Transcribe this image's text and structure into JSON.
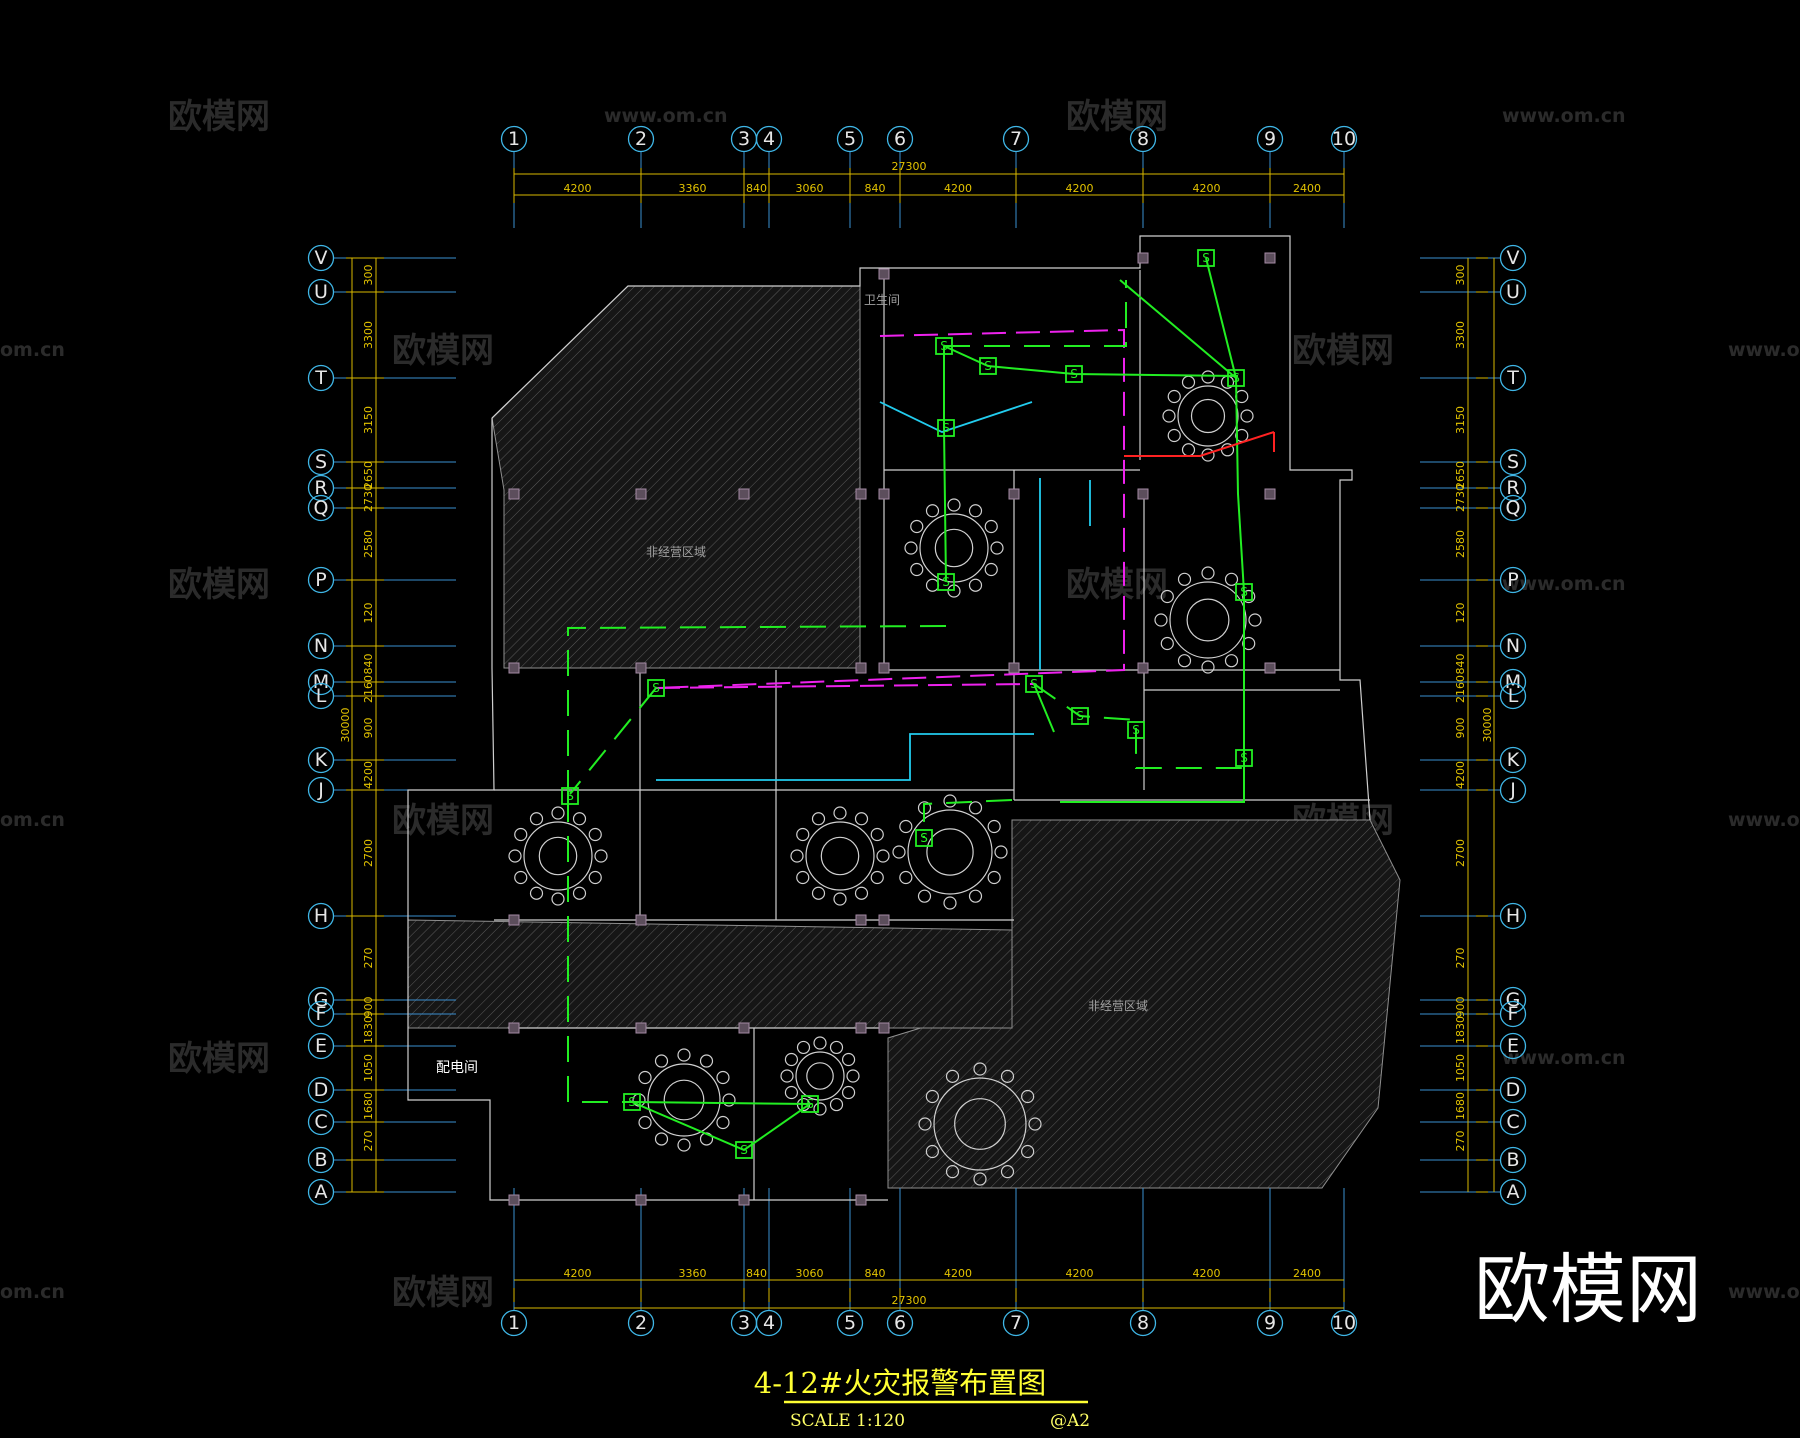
{
  "drawing": {
    "title": "4-12#火灾报警布置图",
    "scale": "SCALE 1:120",
    "sheet": "@A2"
  },
  "column_axes": [
    "1",
    "2",
    "3",
    "4",
    "5",
    "6",
    "7",
    "8",
    "9",
    "10"
  ],
  "row_axes": [
    "V",
    "U",
    "T",
    "S",
    "R",
    "Q",
    "P",
    "N",
    "M",
    "L",
    "K",
    "J",
    "H",
    "G",
    "F",
    "E",
    "D",
    "C",
    "B",
    "A"
  ],
  "top_dimensions": {
    "total": "27300",
    "segments": [
      "4200",
      "3360",
      "840",
      "3060",
      "840",
      "4200",
      "4200",
      "4200",
      "2400"
    ]
  },
  "bottom_dimensions": {
    "total": "27300",
    "segments": [
      "4200",
      "3360",
      "840",
      "3060",
      "840",
      "4200",
      "4200",
      "4200",
      "2400"
    ]
  },
  "side_dimensions": {
    "total": "30000",
    "segments": [
      "300",
      "3300",
      "3150",
      "2650",
      "2730",
      "2580",
      "120",
      "840",
      "2160",
      "900",
      "4200",
      "2700",
      "270",
      "900",
      "1830",
      "1050",
      "1680",
      "270"
    ]
  },
  "room_labels": {
    "power_room": "配电间",
    "non_area_1": "非经营区域",
    "non_area_2": "非经营区域",
    "restroom": "卫生间"
  },
  "watermarks": {
    "brand": "欧模网",
    "url": "www.om.cn",
    "url_partial": "om.cn"
  },
  "colors": {
    "background": "#000000",
    "fire_alarm_line": "#22ee22",
    "signal_line": "#ee22ee",
    "cable_line": "#22ccee",
    "power_line": "#ff2222",
    "axis_bubble": "#3fb6e6",
    "dimension": "#e3c300",
    "title": "#ffff33"
  },
  "icons": [
    "smoke-detector-icon",
    "alarm-bell-icon",
    "manual-call-point-icon",
    "column-marker-icon",
    "round-table-icon"
  ]
}
